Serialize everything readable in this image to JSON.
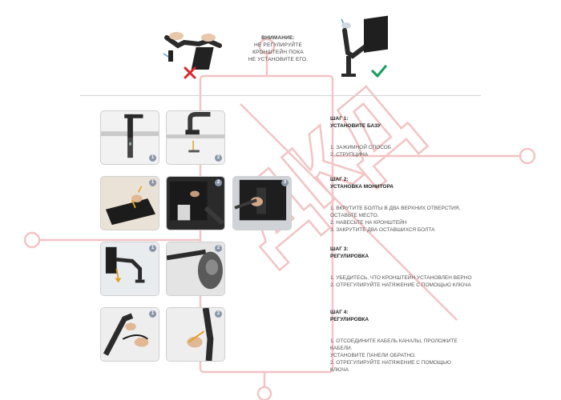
{
  "warning": {
    "title": "ВНИМАНИЕ:",
    "lines": [
      "НЕ РЕГУЛИРУЙТЕ",
      "КРОНШТЕЙН ПОКА",
      "НЕ УСТАНОВИТЕ ЕГО."
    ]
  },
  "colors": {
    "wrong": "#d9262b",
    "right": "#1e9e61",
    "badge": "#8a96a8",
    "watermark": "#f2c4c4"
  },
  "watermark_text": "ДКД",
  "badges": [
    "1",
    "2",
    "1",
    "2",
    "3",
    "1",
    "2",
    "1",
    "2"
  ],
  "steps": [
    {
      "label": "ШАГ 1:",
      "title": "УСТАНОВИТЕ БАЗУ",
      "lines": [
        "1. ЗАЖИМНОЙ СПОСОБ",
        "2. СТРУПЦИНА"
      ]
    },
    {
      "label": "ШАГ 2:",
      "title": "УСТАНОВКА МОНИТОРА",
      "lines": [
        "1. ВКРУТИТЕ БОЛТЫ В ДВА ВЕРХНИХ ОТВЕРСТИЯ,",
        "ОСТАВЬТЕ МЕСТО.",
        "2. НАВЕСЬТЕ НА КРОНШТЕЙН",
        "3. ЗАКРУТИТЕ ДВА ОСТАВШИХСЯ БОЛТА"
      ]
    },
    {
      "label": "ШАГ 3:",
      "title": "РЕГУЛИРОВКА",
      "lines": [
        "1. УБЕДИТЕСЬ, ЧТО КРОНШТЕЙН УСТАНОВЛЕН ВЕРНО",
        "2. ОТРЕГУЛИРУЙТЕ НАТЯЖЕНИЕ С ПОМОЩЬЮ КЛЮЧА"
      ]
    },
    {
      "label": "ШАГ 4:",
      "title": "РЕГУЛИРОВКА",
      "lines": [
        "1. ОТСОЕДИНИТЕ КАБЕЛЬ КАНАЛЫ, ПРОЛОЖИТЕ",
        "КАБЕЛИ.",
        "УСТАНОВИТЕ ПАНЕЛИ ОБРАТНО.",
        "2. ОТРЕГУЛИРУЙТЕ НАТЯЖЕНИЕ С ПОМОЩЬЮ",
        "КЛЮЧА"
      ]
    }
  ]
}
